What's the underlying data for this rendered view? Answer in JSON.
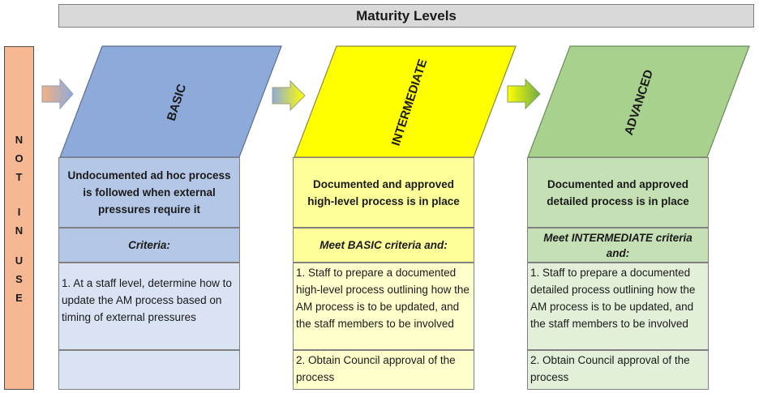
{
  "title": "Maturity Levels",
  "not_in_use": [
    "N",
    "O",
    "T",
    "I",
    "N",
    "U",
    "S",
    "E"
  ],
  "levels": [
    {
      "name": "BASIC",
      "description": "Undocumented ad hoc process is followed when external pressures require it",
      "criteria": "Criteria:",
      "items": [
        "1. At a staff level, determine how to update the AM process based on timing of external pressures"
      ]
    },
    {
      "name": "INTERMEDIATE",
      "description": "Documented and approved high-level process is in place",
      "criteria": "Meet BASIC criteria and:",
      "items": [
        "1. Staff to prepare a documented high-level process outlining how the AM process is to be updated, and the staff members to be involved",
        "2. Obtain Council approval of the process"
      ]
    },
    {
      "name": "ADVANCED",
      "description": "Documented and approved detailed process is in place",
      "criteria": "Meet INTERMEDIATE criteria and:",
      "items": [
        "1. Staff to prepare a documented detailed process outlining how the AM process is to be updated, and the staff members to be involved",
        "2. Obtain Council approval of the process"
      ]
    }
  ],
  "colors": {
    "basic_header": "#8eaadb",
    "basic_desc": "#b4c7e7",
    "basic_criteria": "#b4c7e7",
    "basic_items": "#dae3f3",
    "intermediate_header": "#ffff00",
    "intermediate_desc": "#ffff99",
    "intermediate_criteria": "#ffff99",
    "intermediate_items": "#ffffcc",
    "advanced_header": "#a9d18e",
    "advanced_desc": "#c5e0b4",
    "advanced_criteria": "#c5e0b4",
    "advanced_items": "#e2f0d9",
    "not_in_use": "#f6b893"
  }
}
